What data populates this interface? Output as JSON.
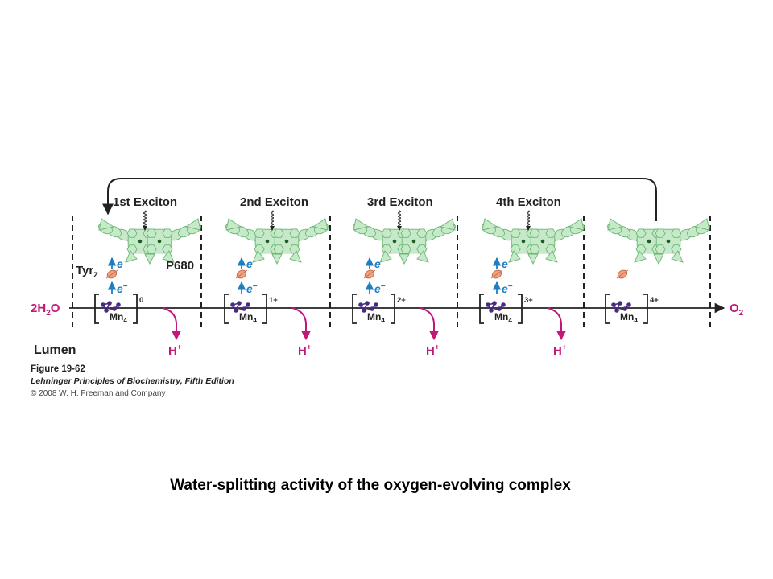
{
  "diagram": {
    "excitons": [
      "1st Exciton",
      "2nd Exciton",
      "3rd Exciton",
      "4th Exciton"
    ],
    "states": [
      {
        "complex": "Mn",
        "subscript": "4",
        "charge": "0"
      },
      {
        "complex": "Mn",
        "subscript": "4",
        "charge": "1+"
      },
      {
        "complex": "Mn",
        "subscript": "4",
        "charge": "2+"
      },
      {
        "complex": "Mn",
        "subscript": "4",
        "charge": "3+"
      },
      {
        "complex": "Mn",
        "subscript": "4",
        "charge": "4+"
      }
    ],
    "electron": "e",
    "electron_charge": "−",
    "proton": "H",
    "proton_charge": "+",
    "reactant": {
      "main": "2H",
      "sub": "2",
      "tail": "O"
    },
    "product": {
      "main": "O",
      "sub": "2"
    },
    "tyr": {
      "main": "Tyr",
      "sub": "Z"
    },
    "p680": "P680",
    "lumen": "Lumen",
    "colors": {
      "pigment_fill": "#c6eac9",
      "pigment_stroke": "#6bb672",
      "electron": "#1d7fc1",
      "proton": "#c2187a",
      "mn_cluster": "#4a2a86",
      "tyr": "#f2a07e"
    }
  },
  "credits": {
    "figure": "Figure 19-62",
    "book": "Lehninger Principles of Biochemistry, Fifth Edition",
    "copyright": "© 2008 W. H. Freeman and Company"
  },
  "caption": "Water-splitting activity of the oxygen-evolving complex"
}
